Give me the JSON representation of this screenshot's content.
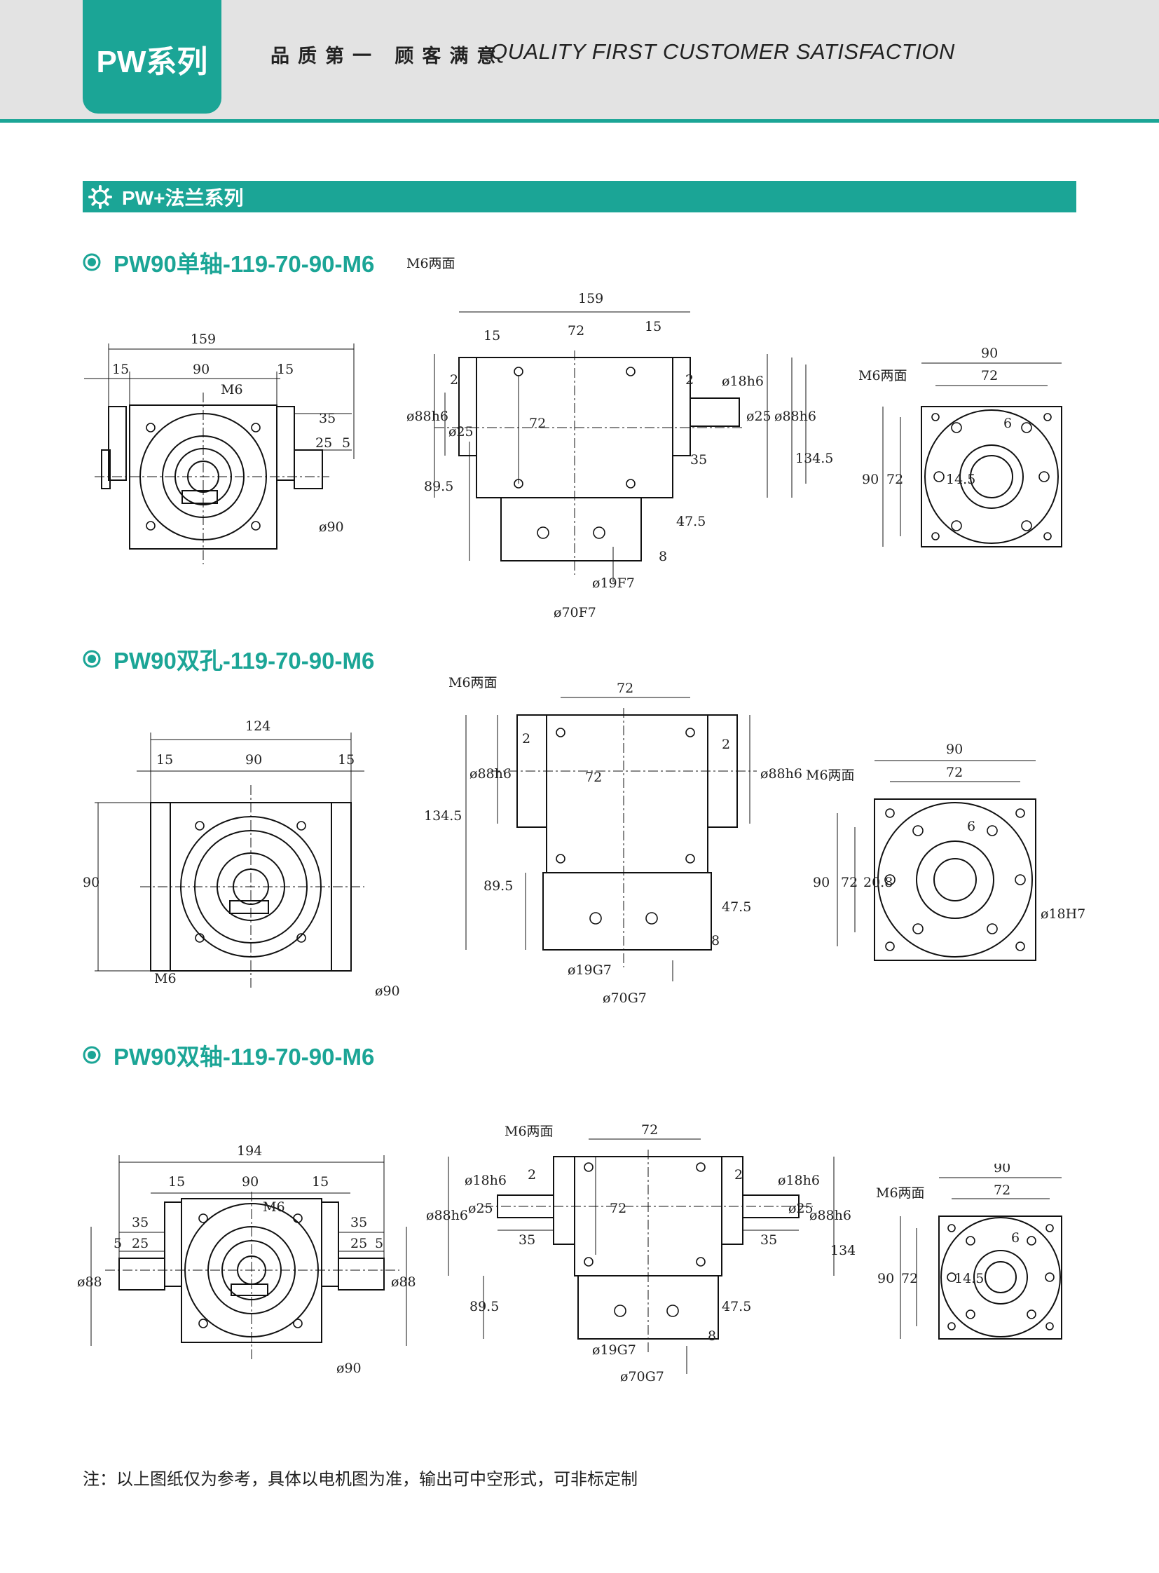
{
  "header": {
    "series_tab": "PW系列",
    "slogan_cn": "品质第一 顾客满意",
    "slogan_en": "QUALITY FIRST  CUSTOMER SATISFACTION"
  },
  "section": {
    "title": "PW+法兰系列",
    "icon": "gear-icon"
  },
  "models": [
    {
      "title": "PW90单轴-119-70-90-M6",
      "views": {
        "front": {
          "overall": "159",
          "side_left": "15",
          "body": "90",
          "side_right": "15",
          "thread": "M6",
          "shaft_len": "35",
          "key_len": "25",
          "key_off": "5",
          "flange_dia": "ø90"
        },
        "side": {
          "thread_label": "M6两面",
          "overall": "159",
          "flange_w": "15",
          "pcd": "72",
          "flange_w2": "15",
          "gap_l": "2",
          "gap_r": "2",
          "dia_l": "ø88h6",
          "shaft_l": "ø25",
          "shaft_r": "ø18h6",
          "shaft_r2": "ø25",
          "dia_r": "ø88h6",
          "key_len": "35",
          "pcd_v": "72",
          "height": "89.5",
          "overall_h": "134.5",
          "base_h": "47.5",
          "base_t": "8",
          "bore": "ø19F7",
          "pilot": "ø70F7"
        },
        "end": {
          "width": "90",
          "pcd": "72",
          "thread_label": "M6两面",
          "height": "90",
          "pcd_v": "72",
          "key_w": "6",
          "key_h": "14.5"
        }
      }
    },
    {
      "title": "PW90双孔-119-70-90-M6",
      "views": {
        "front": {
          "overall": "124",
          "side_left": "15",
          "body": "90",
          "side_right": "15",
          "height": "90",
          "thread": "M6",
          "flange_dia": "ø90"
        },
        "side": {
          "thread_label": "M6两面",
          "pcd": "72",
          "gap_l": "2",
          "gap_r": "2",
          "dia_l": "ø88h6",
          "dia_r": "ø88h6",
          "pcd_v": "72",
          "overall_h": "134.5",
          "height": "89.5",
          "base_h": "47.5",
          "base_t": "8",
          "bore": "ø19G7",
          "pilot": "ø70G7"
        },
        "end": {
          "width": "90",
          "pcd": "72",
          "thread_label": "M6两面",
          "height": "90",
          "pcd_v": "72",
          "key_w": "6",
          "key_h": "20.8",
          "bore": "ø18H7"
        }
      }
    },
    {
      "title": "PW90双轴-119-70-90-M6",
      "views": {
        "front": {
          "overall": "194",
          "side_left": "15",
          "body": "90",
          "side_right": "15",
          "thread": "M6",
          "shaft_len_l": "35",
          "shaft_len_r": "35",
          "key_off_l": "5",
          "key_len_l": "25",
          "key_len_r": "25",
          "key_off_r": "5",
          "dia_l": "ø88",
          "dia_r": "ø88",
          "flange_dia": "ø90"
        },
        "side": {
          "thread_label": "M6两面",
          "pcd": "72",
          "gap_l": "2",
          "gap_r": "2",
          "shaft_l": "ø18h6",
          "shaft_r": "ø18h6",
          "dia_l": "ø88h6",
          "dia_r": "ø88h6",
          "key_l": "ø25",
          "key_r": "ø25",
          "key_len_l": "35",
          "key_len_r": "35",
          "pcd_v": "72",
          "overall_h": "134.5",
          "height": "89.5",
          "base_h": "47.5",
          "base_t": "8",
          "bore": "ø19G7",
          "pilot": "ø70G7"
        },
        "end": {
          "width": "90",
          "pcd": "72",
          "thread_label": "M6两面",
          "height": "90",
          "pcd_v": "72",
          "key_w": "6",
          "key_h": "14.5"
        }
      }
    }
  ],
  "note": "注：以上图纸仅为参考，具体以电机图为准，输出可中空形式，可非标定制",
  "colors": {
    "accent": "#1ba596",
    "band": "#e3e3e3",
    "line": "#111111"
  }
}
